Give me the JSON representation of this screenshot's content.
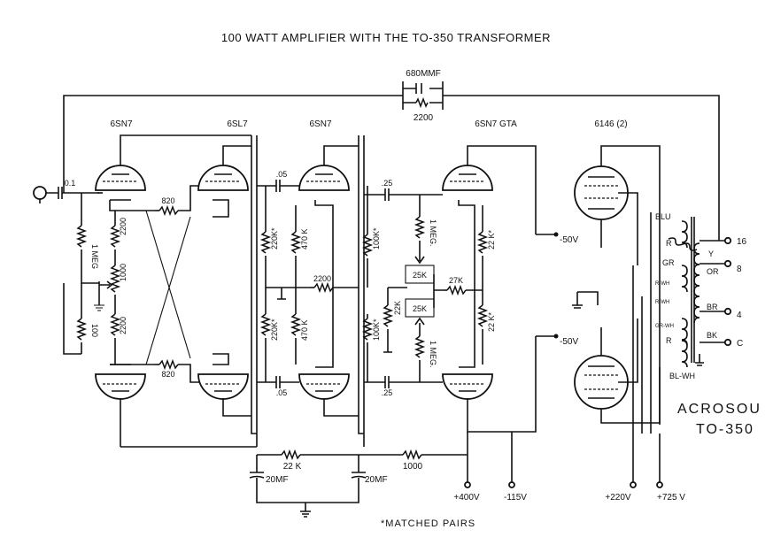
{
  "title": "100 WATT AMPLIFIER WITH THE TO-350 TRANSFORMER",
  "footnote": "*MATCHED PAIRS",
  "tubes": {
    "v1": "6SN7",
    "v2": "6SL7",
    "v3": "6SN7",
    "v4": "6SN7 GTA",
    "v5": "6146 (2)"
  },
  "parts": {
    "c_input": "0.1",
    "c_feedback": "680MMF",
    "r_feedback": "2200",
    "r_1meg_grid": "1 MEG",
    "r_100": "100",
    "r_2200_top": "2200",
    "r_1000_pot": "1000",
    "r_2200_bottom": "2200",
    "r_820_top": "820",
    "r_820_bottom": "820",
    "c_05_top": ".05",
    "c_05_bottom": ".05",
    "r_220k_top": "220K*",
    "r_220k_bottom": "220K*",
    "r_470k_top": "470 K",
    "r_470k_bottom": "470 K",
    "r_2200_mid": "2200",
    "c_25_top": ".25",
    "c_25_bottom": ".25",
    "r_100k_top": "100K*",
    "r_100k_bottom": "100K*",
    "r_22k_small": "22K",
    "r_1meg_top": "1 MEG.",
    "r_1meg_bottom": "1 MEG.",
    "pot_25k_top": "25K",
    "pot_25k_bottom": "25K",
    "r_27k": "27K",
    "r_22k_top": "22 K*",
    "r_22k_bottom": "22 K*",
    "bias_top": "-50V",
    "bias_bottom": "-50V",
    "r_22k_bus": "22 K",
    "r_1000_bus": "1000",
    "cap_20mf_left": "20MF",
    "cap_20mf_right": "20MF",
    "supply_400": "+400V",
    "supply_neg115": "-115V",
    "supply_220": "+220V",
    "supply_725": "+725 V"
  },
  "transformer": {
    "brand": "ACROSOU",
    "model": "TO-350",
    "leads": [
      "BLU",
      "R",
      "GR",
      "R-WH",
      "R-WH",
      "GR-WH",
      "R",
      "BL-WH"
    ],
    "secondary": [
      "Y",
      "OR",
      "BR",
      "BK"
    ],
    "taps": [
      "16",
      "8",
      "4",
      "C"
    ]
  }
}
